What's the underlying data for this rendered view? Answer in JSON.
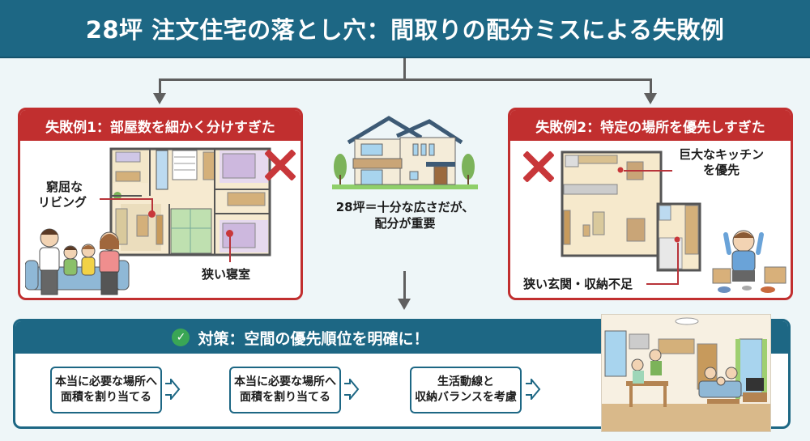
{
  "title": "28坪 注文住宅の落とし穴：間取りの配分ミスによる失敗例",
  "failure1": {
    "header": "失敗例1：部屋数を細かく分けすぎた",
    "callout_living": "窮屈な\nリビング",
    "callout_living_line1": "窮屈な",
    "callout_living_line2": "リビング",
    "callout_bedroom": "狭い寝室",
    "mark": "✕"
  },
  "center": {
    "line1": "28坪＝十分な広さだが、",
    "line2": "配分が重要"
  },
  "failure2": {
    "header": "失敗例2：特定の場所を優先しすぎた",
    "callout_kitchen_line1": "巨大なキッチン",
    "callout_kitchen_line2": "を優先",
    "callout_entrance": "狭い玄関・収納不足",
    "mark": "✕"
  },
  "solution": {
    "header": "対策：空間の優先順位を明確に！",
    "icon": "check-circle-icon",
    "steps": [
      {
        "line1": "本当に必要な場所へ",
        "line2": "面積を割り当てる"
      },
      {
        "line1": "本当に必要な場所へ",
        "line2": "面積を割り当てる"
      },
      {
        "line1": "生活動線と",
        "line2": "収納バランスを考慮"
      }
    ]
  },
  "colors": {
    "primary": "#1d6784",
    "danger": "#c12f2f",
    "success": "#3aa655",
    "background": "#eef6f8",
    "connector": "#5f5f5f"
  }
}
